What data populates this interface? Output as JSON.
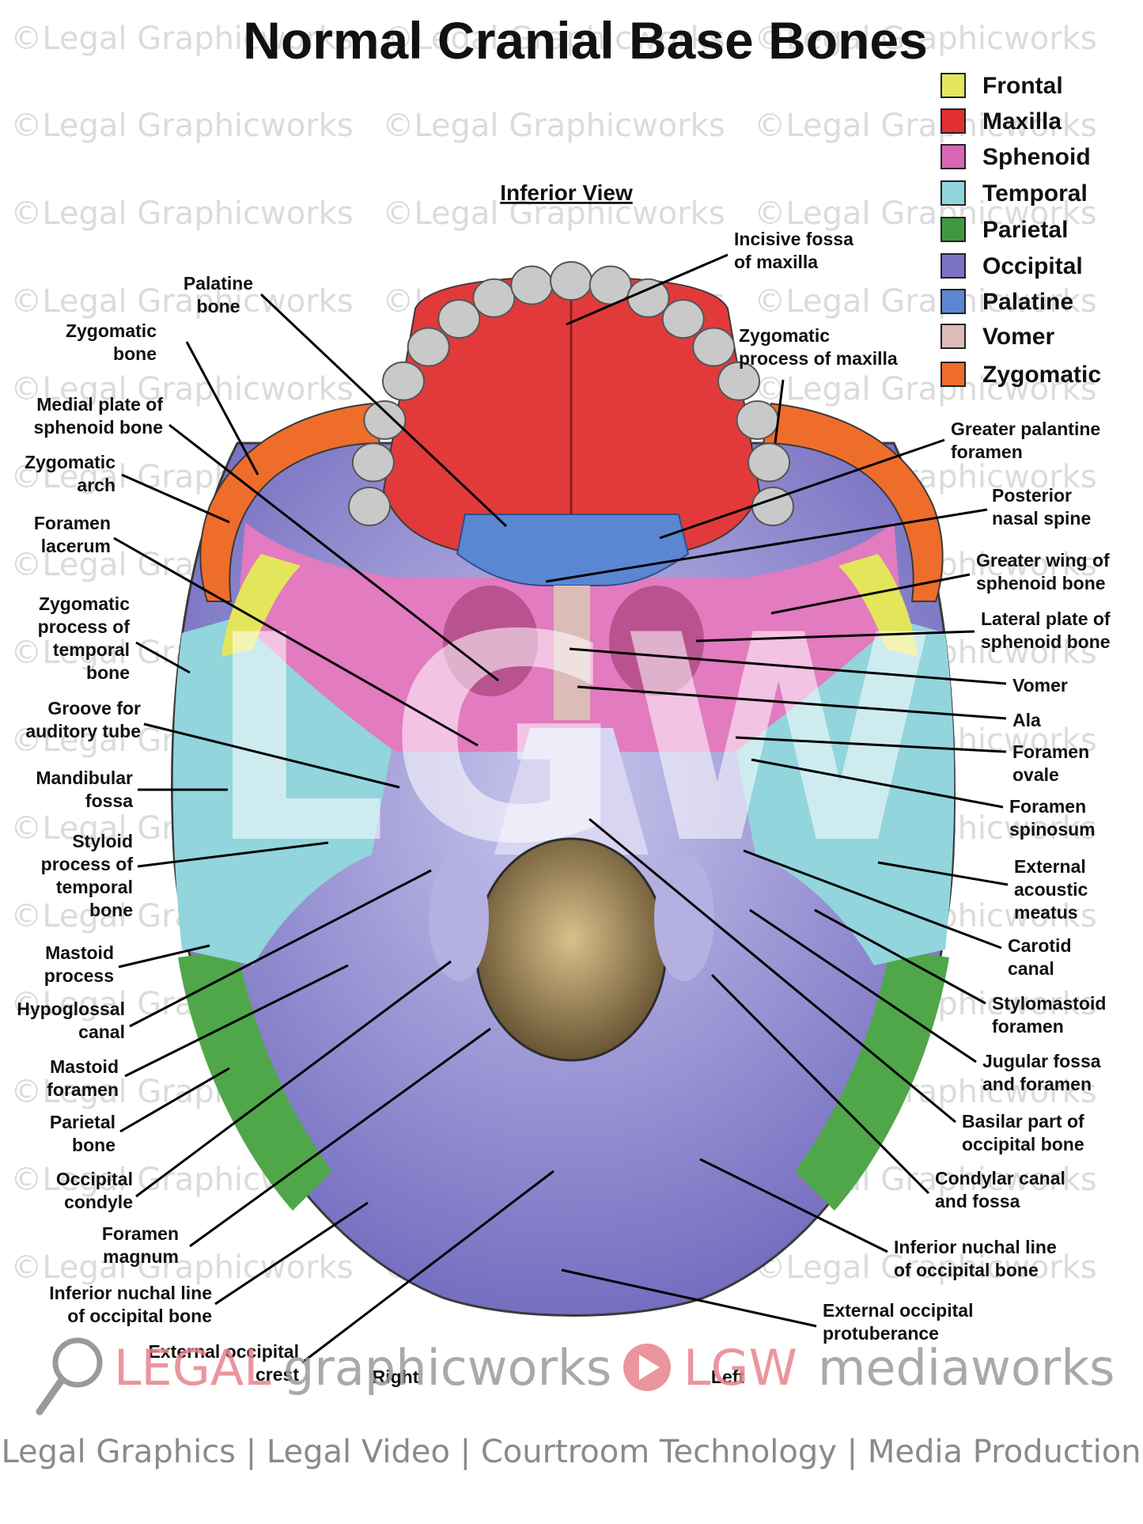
{
  "title": "Normal Cranial Base Bones",
  "view_label": "Inferior View",
  "legend": [
    {
      "name": "Frontal",
      "color": "#e3e65a"
    },
    {
      "name": "Maxilla",
      "color": "#e23030"
    },
    {
      "name": "Sphenoid",
      "color": "#d965b4"
    },
    {
      "name": "Temporal",
      "color": "#8fd6dc"
    },
    {
      "name": "Parietal",
      "color": "#3f9a3f"
    },
    {
      "name": "Occipital",
      "color": "#7a73c4"
    },
    {
      "name": "Palatine",
      "color": "#5b86d1"
    },
    {
      "name": "Vomer",
      "color": "#dcbcb8"
    },
    {
      "name": "Zygomatic",
      "color": "#ef6d2a"
    }
  ],
  "labels": {
    "palatine_bone": [
      "Palatine",
      "bone"
    ],
    "zygomatic_bone": [
      "Zygomatic",
      "bone"
    ],
    "medial_plate": [
      "Medial plate of",
      "sphenoid bone"
    ],
    "zygomatic_arch": [
      "Zygomatic",
      "arch"
    ],
    "foramen_lacerum": [
      "Foramen",
      "lacerum"
    ],
    "zygomatic_process_temporal": [
      "Zygomatic",
      "process of",
      "temporal",
      "bone"
    ],
    "groove_auditory_tube": [
      "Groove for",
      "auditory tube"
    ],
    "mandibular_fossa": [
      "Mandibular",
      "fossa"
    ],
    "styloid_process": [
      "Styloid",
      "process of",
      "temporal",
      "bone"
    ],
    "mastoid_process": [
      "Mastoid",
      "process"
    ],
    "hypoglossal_canal": [
      "Hypoglossal",
      "canal"
    ],
    "mastoid_foramen": [
      "Mastoid",
      "foramen"
    ],
    "parietal_bone": [
      "Parietal",
      "bone"
    ],
    "occipital_condyle": [
      "Occipital",
      "condyle"
    ],
    "foramen_magnum": [
      "Foramen",
      "magnum"
    ],
    "inferior_nuchal_left": [
      "Inferior nuchal line",
      "of occipital bone"
    ],
    "external_occipital_crest": [
      "External occipital",
      "crest"
    ],
    "incisive_fossa": [
      "Incisive fossa",
      "of maxilla"
    ],
    "zygomatic_process_maxilla": [
      "Zygomatic",
      "process of maxilla"
    ],
    "greater_palatine_foramen": [
      "Greater palantine",
      "foramen"
    ],
    "posterior_nasal_spine": [
      "Posterior",
      "nasal spine"
    ],
    "greater_wing": [
      "Greater wing of",
      "sphenoid bone"
    ],
    "lateral_plate": [
      "Lateral plate of",
      "sphenoid bone"
    ],
    "vomer": [
      "Vomer"
    ],
    "ala": [
      "Ala"
    ],
    "foramen_ovale": [
      "Foramen",
      "ovale"
    ],
    "foramen_spinosum": [
      "Foramen",
      "spinosum"
    ],
    "external_acoustic_meatus": [
      "External",
      "acoustic",
      "meatus"
    ],
    "carotid_canal": [
      "Carotid",
      "canal"
    ],
    "stylomastoid_foramen": [
      "Stylomastoid",
      "foramen"
    ],
    "jugular_fossa": [
      "Jugular fossa",
      "and foramen"
    ],
    "basilar_part": [
      "Basilar part of",
      "occipital bone"
    ],
    "condylar_canal": [
      "Condylar canal",
      "and fossa"
    ],
    "inferior_nuchal_right": [
      "Inferior nuchal line",
      "of occipital bone"
    ],
    "external_occipital_protuberance": [
      "External occipital",
      "protuberance"
    ],
    "right": [
      "Right"
    ],
    "left": [
      "Left"
    ]
  },
  "watermark": {
    "text": "©Legal Graphicworks",
    "monogram": "LGW"
  },
  "branding": {
    "legal": "LEGAL",
    "graphicworks": "graphicworks",
    "lgw": "LGW",
    "mediaworks": "mediaworks",
    "tagline": "Legal Graphics | Legal Video | Courtroom Technology | Media Production"
  },
  "colors": {
    "skull_outline": "#3a3a3a",
    "teeth": "#c9c9c9",
    "foramen_magnum_fill": "#a0865a",
    "brand_red": "#e8828c",
    "brand_gray": "#9a9a9a"
  }
}
